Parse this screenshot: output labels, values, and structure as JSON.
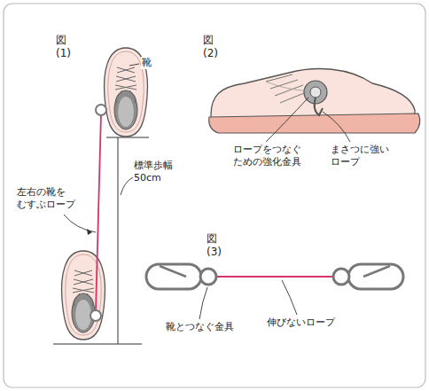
{
  "diagram": {
    "labels": [
      "図(1)",
      "図(2)",
      "靴",
      "左右の靴を むすぶロープ",
      "標準歩幅 50cm",
      "ロープをつなぐ ための強化金具",
      "まさつに強い ロープ",
      "図(3)",
      "靴とつなぐ金具",
      "伸びないロープ"
    ]
  }
}
